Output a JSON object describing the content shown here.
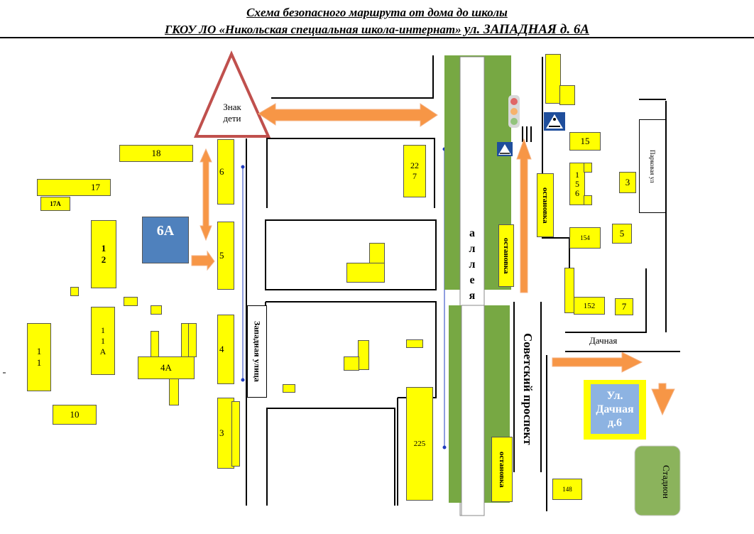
{
  "title": {
    "line1": "Схема безопасного маршрута от дома до школы",
    "line2_prefix": "ГКОУ ЛО «Никольская специальная школа-интернат»",
    "line2_address": "ул. ЗАПАДНАЯ д. 6А"
  },
  "sign": {
    "line1": "Знак",
    "line2": "дети"
  },
  "streets": {
    "zapadnaya": "Западная улица",
    "alley": [
      "а",
      "л",
      "л",
      "е",
      "я"
    ],
    "sovetsky": "Советский проспект",
    "dachnaya": "Дачная",
    "parkovaya": "Парковая ул"
  },
  "stops": {
    "label": "остановка"
  },
  "buildings": {
    "b18": "18",
    "b17": "17",
    "b17a": "17А",
    "b6a": "6А",
    "b12a": "1",
    "b12b": "2",
    "b11a": "1",
    "b11b": "1",
    "b11A1": "1",
    "b11A2": "1",
    "b11A3": "А",
    "b4a": "4А",
    "b10": "10",
    "b6": "6",
    "b5": "5",
    "b4": "4",
    "b3": "3",
    "b227a": "22",
    "b227b": "7",
    "b225": "225",
    "b15": "15",
    "b156a": "1",
    "b156b": "5",
    "b156c": "6",
    "b154": "154",
    "b152": "152",
    "b148": "148",
    "b3r": "3",
    "b5r": "5",
    "b7r": "7"
  },
  "school": {
    "line1": "Ул.",
    "line2": "Дачная",
    "line3": "д.6"
  },
  "stadium": "Стадион",
  "colors": {
    "building": "#ffff00",
    "route": "#f79646",
    "home": "#4f81bd",
    "school_bg": "#8db3e2",
    "alley_green": "#77a843",
    "stadium_green": "#8bb35c"
  },
  "icons": [
    "traffic-light-icon",
    "crosswalk-sign-icon"
  ]
}
